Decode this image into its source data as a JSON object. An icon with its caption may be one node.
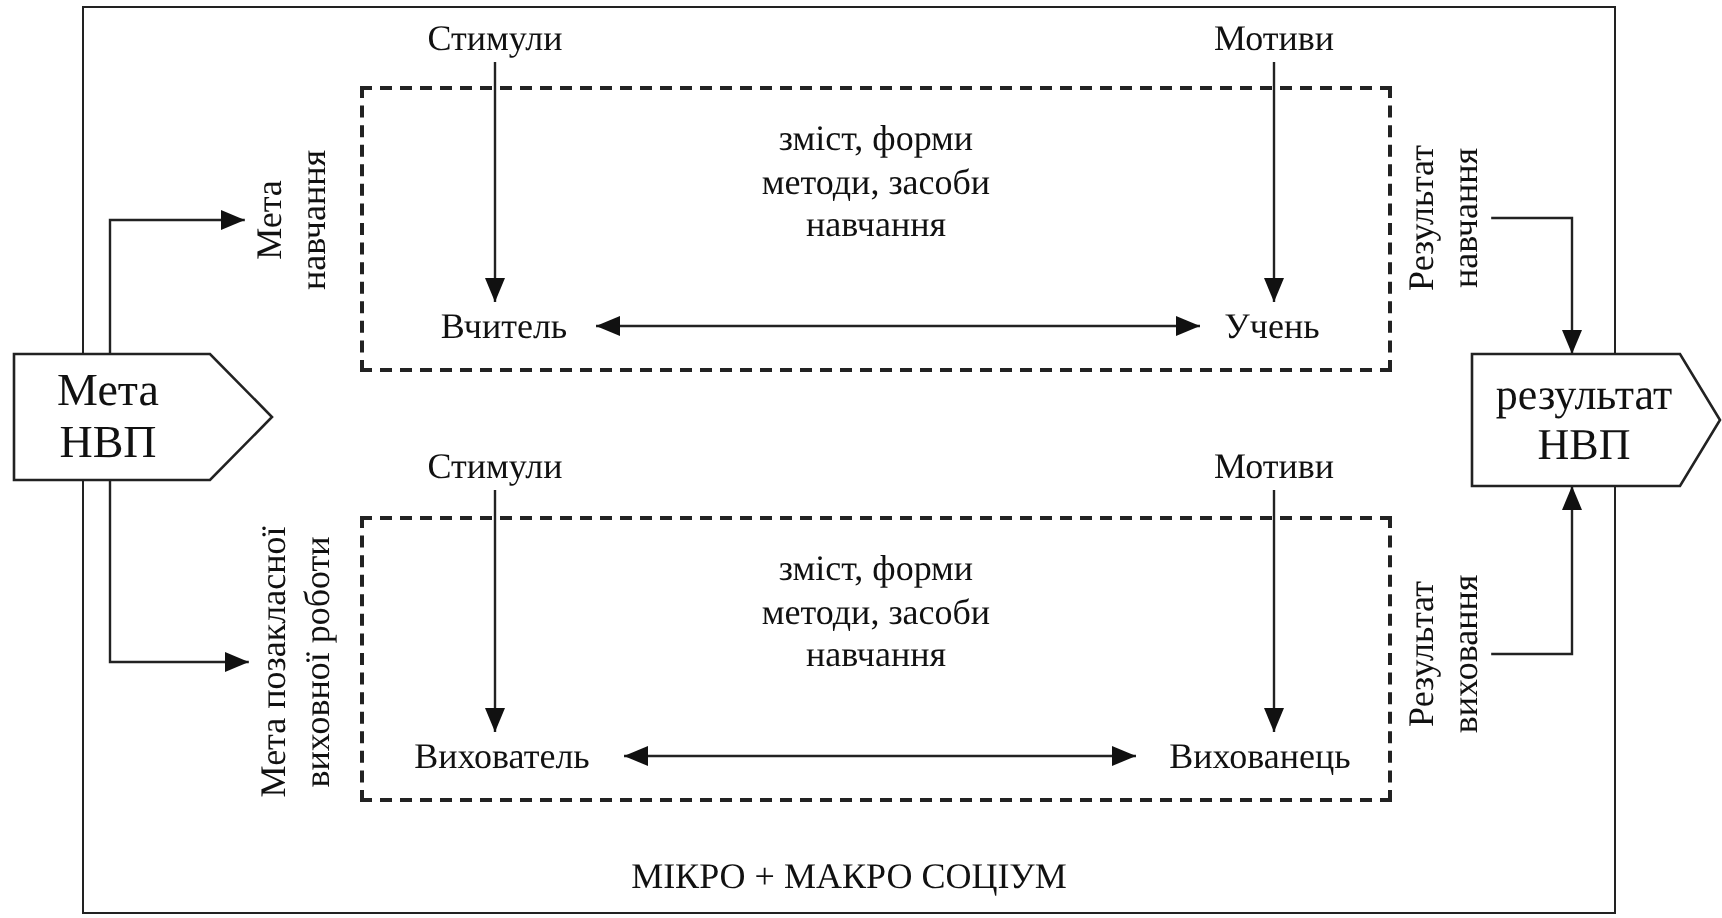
{
  "diagram": {
    "nodes": [
      {
        "text": [
          "МІКРО + МАКРО СОЦІУМ"
        ]
      },
      {
        "text": [
          "Мета НВП"
        ]
      },
      {
        "text": [
          "Мета навчання"
        ],
        "in": 0
      },
      {
        "text": [
          "Мета позакласної виховної роботи"
        ],
        "in": 0
      },
      {
        "text": [
          "зміст, форми методи, засоби навчання"
        ],
        "in": 0
      },
      {
        "text": [
          "Стимули"
        ],
        "in": 0
      },
      {
        "text": [
          "Мотиви"
        ],
        "in": 0
      },
      {
        "text": [
          "Вчитель"
        ],
        "in": 4
      },
      {
        "text": [
          "Учень"
        ],
        "in": 4
      },
      {
        "text": [
          "Результат навчання"
        ],
        "in": 0
      },
      {
        "text": [
          "зміст, форми методи, засоби навчання"
        ],
        "in": 0
      },
      {
        "text": [
          "Стимули"
        ],
        "in": 0
      },
      {
        "text": [
          "Мотиви"
        ],
        "in": 0
      },
      {
        "text": [
          "Вихователь"
        ],
        "in": 10
      },
      {
        "text": [
          "Вихованець"
        ],
        "in": 10
      },
      {
        "text": [
          "Результат виховання"
        ],
        "in": 0
      },
      {
        "text": [
          "результат НВП"
        ]
      }
    ],
    "edges": [
      {
        "from": 1,
        "to": 2,
        "arrow": "to"
      },
      {
        "from": 1,
        "to": 3,
        "arrow": "to"
      },
      {
        "from": 5,
        "to": 7,
        "arrow": "to"
      },
      {
        "from": 6,
        "to": 8,
        "arrow": "to"
      },
      {
        "from": 7,
        "to": 8,
        "arrow": "both"
      },
      {
        "from": 9,
        "to": 16,
        "arrow": "to"
      },
      {
        "from": 11,
        "to": 13,
        "arrow": "to"
      },
      {
        "from": 12,
        "to": 14,
        "arrow": "to"
      },
      {
        "from": 13,
        "to": 14,
        "arrow": "both"
      },
      {
        "from": 15,
        "to": 16,
        "arrow": "to"
      }
    ]
  }
}
